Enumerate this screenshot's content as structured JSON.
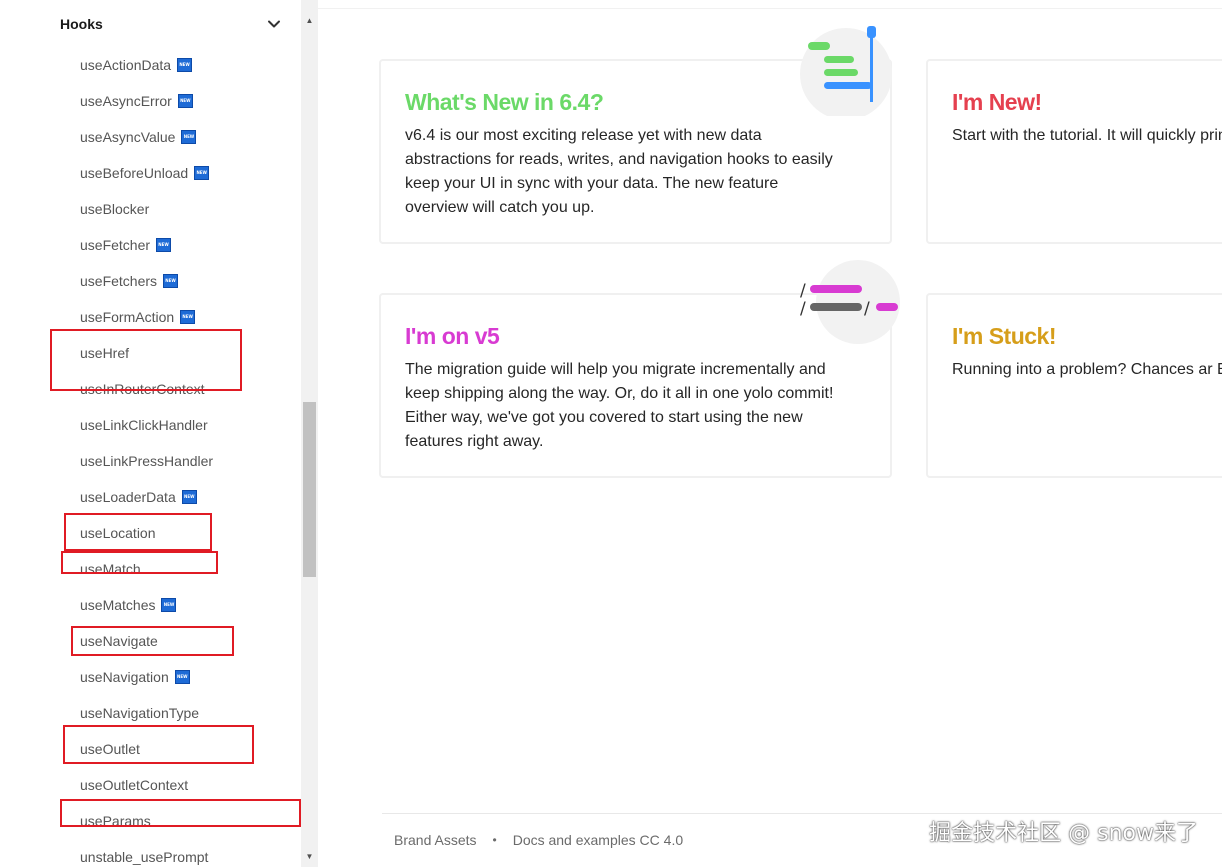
{
  "sidebar": {
    "section_title": "Hooks",
    "items": [
      {
        "label": "useActionData",
        "new": true
      },
      {
        "label": "useAsyncError",
        "new": true
      },
      {
        "label": "useAsyncValue",
        "new": true
      },
      {
        "label": "useBeforeUnload",
        "new": true
      },
      {
        "label": "useBlocker",
        "new": false
      },
      {
        "label": "useFetcher",
        "new": true
      },
      {
        "label": "useFetchers",
        "new": true
      },
      {
        "label": "useFormAction",
        "new": true
      },
      {
        "label": "useHref",
        "new": false
      },
      {
        "label": "useInRouterContext",
        "new": false
      },
      {
        "label": "useLinkClickHandler",
        "new": false
      },
      {
        "label": "useLinkPressHandler",
        "new": false
      },
      {
        "label": "useLoaderData",
        "new": true
      },
      {
        "label": "useLocation",
        "new": false
      },
      {
        "label": "useMatch",
        "new": false
      },
      {
        "label": "useMatches",
        "new": true
      },
      {
        "label": "useNavigate",
        "new": false
      },
      {
        "label": "useNavigation",
        "new": true
      },
      {
        "label": "useNavigationType",
        "new": false
      },
      {
        "label": "useOutlet",
        "new": false
      },
      {
        "label": "useOutletContext",
        "new": false
      },
      {
        "label": "useParams",
        "new": false
      },
      {
        "label": "unstable_usePrompt",
        "new": false
      }
    ],
    "new_badge_text": "NEW"
  },
  "cards": {
    "whats_new": {
      "title": "What's New in 6.4?",
      "body": "v6.4 is our most exciting release yet with new data\nabstractions for reads, writes, and navigation hooks to easily\nkeep your UI in sync with your data. The new feature\noverview will catch you up."
    },
    "im_new": {
      "title": "I'm New!",
      "body": "Start with the tutorial. It will quickly\nprimary features of React Router: fro\nloading and mutating data, to pendi"
    },
    "im_on_v5": {
      "title": "I'm on v5",
      "body": "The migration guide will help you migrate incrementally and\nkeep shipping along the way. Or, do it all in one yolo commit!\nEither way, we've got you covered to start using the new\nfeatures right away."
    },
    "im_stuck": {
      "title": "I'm Stuck!",
      "body": "Running into a problem? Chances ar\nExplore common questions about Re"
    }
  },
  "footer": {
    "brand_assets": "Brand Assets",
    "separator": "•",
    "docs_license": "Docs and examples CC 4.0"
  },
  "watermark": "掘金技术社区 @ snow来了",
  "colors": {
    "green": "#6bd968",
    "red": "#e5404f",
    "pink": "#d83bd2",
    "gold": "#d69e1a",
    "blue": "#3992ff",
    "highlight": "#e01b24"
  }
}
